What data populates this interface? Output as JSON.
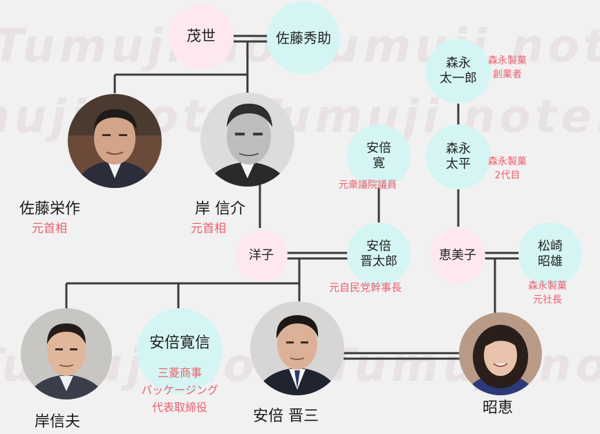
{
  "watermark": "Tumuji note.",
  "colors": {
    "pink_label": "#e8606e",
    "pink_node": "#fde8ee",
    "cyan_node": "#d4f5f3",
    "line": "#3a3a3a"
  },
  "nodes": {
    "shige": "茂世",
    "sato_hidesuke": "佐藤秀助",
    "morinaga_taichiro": {
      "line1": "森永",
      "line2": "太一郎"
    },
    "morinaga_taihei": {
      "line1": "森永",
      "line2": "太平"
    },
    "abe_kan": {
      "line1": "安倍",
      "line2": "寛"
    },
    "yoko": "洋子",
    "abe_shintaro": {
      "line1": "安倍",
      "line2": "晋太郎"
    },
    "emiko": "恵美子",
    "matsuzaki_akio": {
      "line1": "松崎",
      "line2": "昭雄"
    },
    "abe_hironobu": "安倍寛信"
  },
  "people": {
    "sato_eisaku": {
      "name": "佐藤栄作",
      "title": "元首相",
      "icon": "portrait-elderly-man"
    },
    "kishi_nobusuke": {
      "name": "岸 信介",
      "title": "元首相",
      "icon": "portrait-elderly-man-bw"
    },
    "kishi_nobuo": {
      "name": "岸信夫",
      "icon": "portrait-man"
    },
    "abe_shinzo": {
      "name": "安倍 晋三",
      "icon": "portrait-man-suit"
    },
    "akie": {
      "name": "昭恵",
      "icon": "portrait-woman"
    }
  },
  "labels": {
    "morinaga_founder": [
      "森永製菓",
      "創業者"
    ],
    "morinaga_2nd": [
      "森永製菓",
      "2代目"
    ],
    "abe_kan_title": "元衆議院議員",
    "shintaro_title": "元自民党幹事長",
    "matsuzaki_title": [
      "森永製菓",
      "元社長"
    ],
    "hironobu_title": [
      "三菱商事",
      "パッケージング",
      "代表取締役"
    ]
  }
}
